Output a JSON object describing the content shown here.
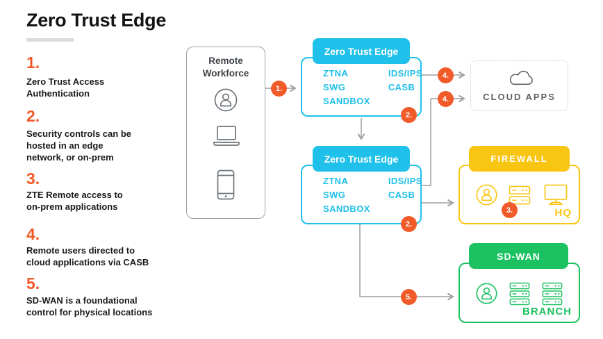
{
  "page": {
    "title": "Zero Trust Edge"
  },
  "colors": {
    "accent_orange": "#F15A29",
    "accent_cyan": "#1FC0EA",
    "accent_yellow": "#F9C513",
    "accent_green": "#1CC262",
    "connector_gray": "#9E9E9E"
  },
  "steps": [
    {
      "num": "1.",
      "text": "Zero Trust Access\nAuthentication"
    },
    {
      "num": "2.",
      "text": "Security controls can be\nhosted in an edge\nnetwork, or on-prem"
    },
    {
      "num": "3.",
      "text": "ZTE Remote access to\non-prem applications"
    },
    {
      "num": "4.",
      "text": "Remote users directed to\ncloud applications via CASB"
    },
    {
      "num": "5.",
      "text": "SD-WAN is a foundational\ncontrol for physical locations"
    }
  ],
  "remote_workforce": {
    "label": "Remote\nWorkforce",
    "icons": [
      "user-icon",
      "laptop-icon",
      "smartphone-icon"
    ]
  },
  "zte": {
    "tab": "Zero Trust Edge",
    "services_col1": [
      "ZTNA",
      "SWG",
      "SANDBOX"
    ],
    "services_col2": [
      "IDS/IPS",
      "CASB"
    ]
  },
  "cloud": {
    "label": "CLOUD APPS",
    "icon": "cloud-icon"
  },
  "firewall": {
    "tab": "FIREWALL",
    "location": "HQ",
    "icons": [
      "user-icon",
      "server-icon",
      "monitor-icon"
    ]
  },
  "sdwan": {
    "tab": "SD-WAN",
    "location": "BRANCH",
    "icons": [
      "user-icon",
      "server-icon",
      "server-icon"
    ]
  },
  "badges": {
    "b1": "1.",
    "b2": "2.",
    "b3": "3.",
    "b4": "4.",
    "b5": "5."
  }
}
